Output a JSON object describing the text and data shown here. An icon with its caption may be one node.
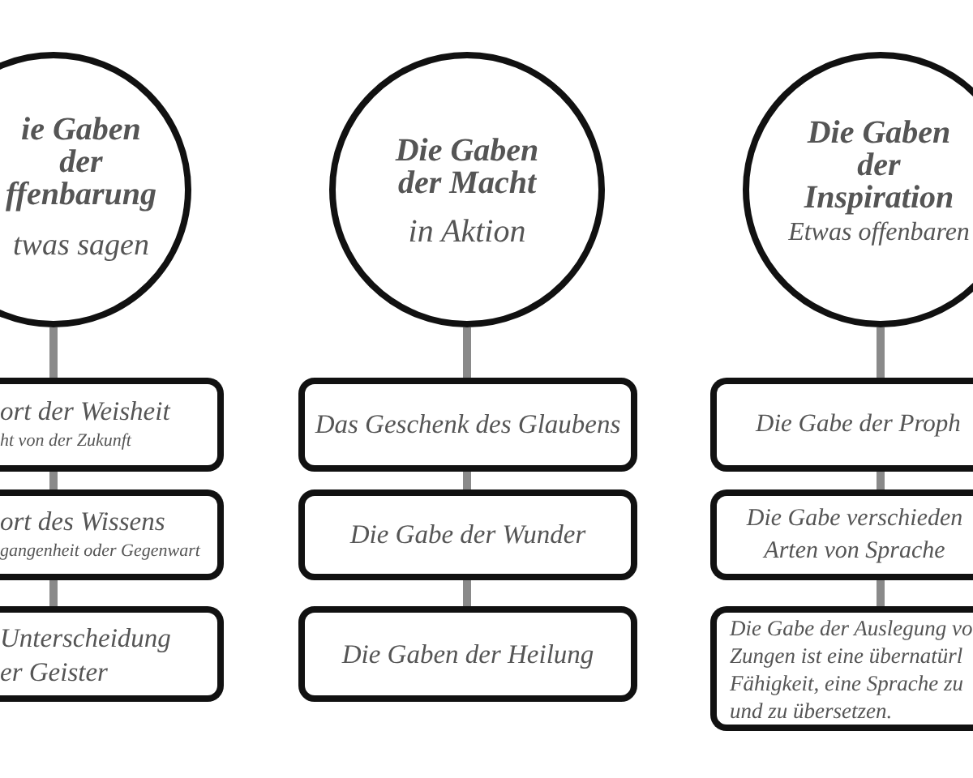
{
  "diagram": {
    "nodes": [
      {
        "text": [
          "ie Gaben der ffenbarung",
          "twas sagen"
        ]
      },
      {
        "text": [
          "ort der Weisheit",
          "ht von der Zukunft"
        ]
      },
      {
        "text": [
          "ort des Wissens",
          "gangenheit oder Gegenwart"
        ]
      },
      {
        "text": [
          "Unterscheidung er Geister"
        ]
      },
      {
        "text": [
          "Die Gaben der Macht",
          "in Aktion"
        ]
      },
      {
        "text": [
          "Das Geschenk des Glaubens"
        ]
      },
      {
        "text": [
          "Die Gabe der Wunder"
        ]
      },
      {
        "text": [
          "Die Gaben der Heilung"
        ]
      },
      {
        "text": [
          "Die Gaben der Inspiration",
          "Etwas offenbaren"
        ]
      },
      {
        "text": [
          "Die Gabe der Proph"
        ]
      },
      {
        "text": [
          "Die Gabe verschieden Arten von Sprache"
        ]
      },
      {
        "text": [
          "Die Gabe der Auslegung vo Zungen ist eine übernatürl Fähigkeit, eine Sprache zu und zu übersetzen."
        ]
      }
    ],
    "edges": [
      {
        "from": 0,
        "to": 1,
        "arrow": "none"
      },
      {
        "from": 1,
        "to": 2,
        "arrow": "none"
      },
      {
        "from": 2,
        "to": 3,
        "arrow": "none"
      },
      {
        "from": 4,
        "to": 5,
        "arrow": "none"
      },
      {
        "from": 5,
        "to": 6,
        "arrow": "none"
      },
      {
        "from": 6,
        "to": 7,
        "arrow": "none"
      },
      {
        "from": 8,
        "to": 9,
        "arrow": "none"
      },
      {
        "from": 9,
        "to": 10,
        "arrow": "none"
      },
      {
        "from": 10,
        "to": 11,
        "arrow": "none"
      }
    ]
  }
}
